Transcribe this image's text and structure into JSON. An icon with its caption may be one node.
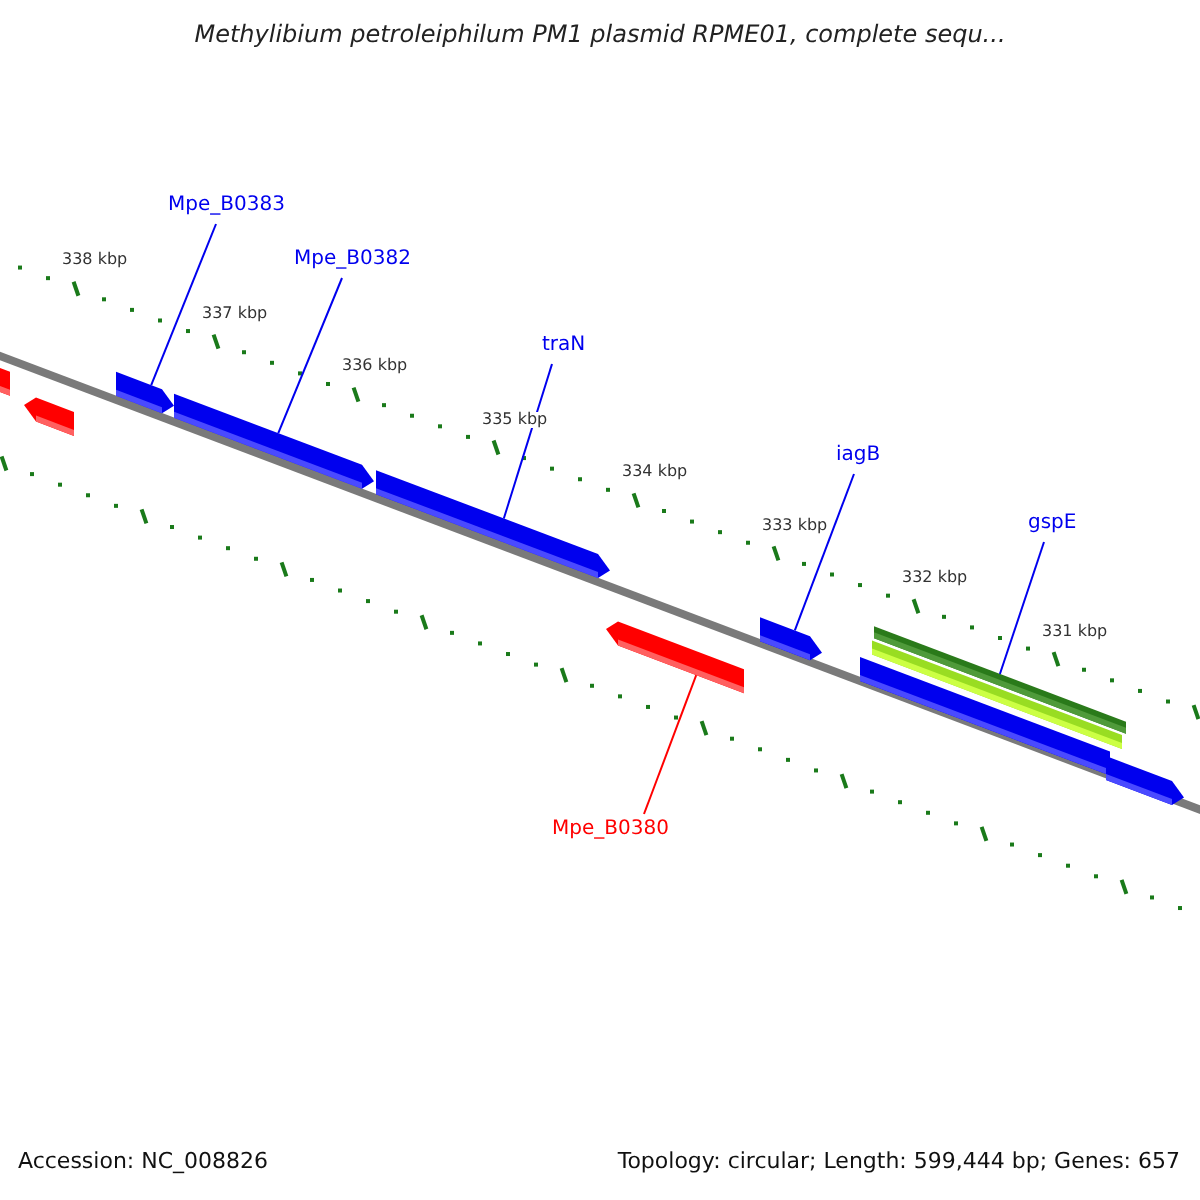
{
  "diagram": {
    "title": "Methylibium petroleiphilum PM1 plasmid RPME01, complete sequ...",
    "nodes": [
      {
        "text": [
          "Mpe_B0383"
        ]
      },
      {
        "text": [
          "Mpe_B0382"
        ]
      },
      {
        "text": [
          "traN"
        ]
      },
      {
        "text": [
          "iagB"
        ]
      },
      {
        "text": [
          "gspE"
        ]
      },
      {
        "text": [
          "Mpe_B0380"
        ]
      },
      {
        "text": [],
        "shape": "bar"
      },
      {
        "text": [],
        "shape": "bar"
      },
      {
        "text": [],
        "shape": "bar"
      },
      {
        "text": [],
        "shape": "bar"
      },
      {
        "text": [],
        "shape": "bar"
      },
      {
        "text": [],
        "shape": "bar"
      },
      {
        "text": [],
        "shape": "bar"
      },
      {
        "text": [],
        "shape": "bar"
      },
      {
        "text": [],
        "shape": "bar"
      },
      {
        "text": [],
        "shape": "bar"
      },
      {
        "text": [],
        "shape": "bar"
      }
    ],
    "edges": [
      {
        "from": 0,
        "to": 8,
        "arrow": "none"
      },
      {
        "from": 1,
        "to": 9,
        "arrow": "none"
      },
      {
        "from": 2,
        "to": 10,
        "arrow": "none"
      },
      {
        "from": 3,
        "to": 12,
        "arrow": "none"
      },
      {
        "from": 4,
        "to": 14,
        "arrow": "none"
      },
      {
        "from": 5,
        "to": 11,
        "arrow": "none",
        "color": "#ff0000"
      }
    ],
    "labels": [
      "338 kbp",
      "337 kbp",
      "336 kbp",
      "335 kbp",
      "334 kbp",
      "333 kbp",
      "332 kbp",
      "331 kbp",
      "Accession: NC_008826",
      "Topology: circular; Length: 599,444 bp; Genes: 657"
    ]
  }
}
